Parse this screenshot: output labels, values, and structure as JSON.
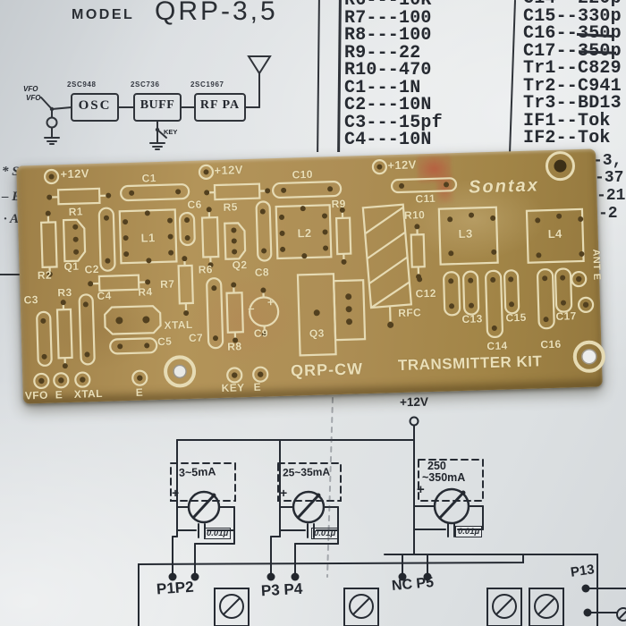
{
  "header": {
    "model_label": "MODEL",
    "model_number": "QRP-3,5"
  },
  "parts_list": {
    "left": [
      "R6---10K",
      "R7---100",
      "R8---100",
      "R9---22",
      "R10--470",
      "C1---1N",
      "C2---10N",
      "C3---15pf",
      "C4---10N"
    ],
    "right": [
      "C14--220p",
      "C15--330p",
      "C16--350p",
      "C17--350p",
      "Tr1--C829",
      "Tr2--C941",
      "Tr3--BD13",
      "IF1--Tok",
      "IF2--Tok"
    ]
  },
  "margin": {
    "left": [
      "* Si",
      "– E",
      "· A"
    ],
    "right": [
      "-3,",
      "-37",
      "-21",
      "-2"
    ]
  },
  "diagram": {
    "stages": [
      {
        "part": "2SC948",
        "label": "OSC"
      },
      {
        "part": "2SC736",
        "label": "BUFF"
      },
      {
        "part": "2SC1967",
        "label": "RF PA"
      }
    ],
    "vfo": "VFO",
    "vfo2": "VFO",
    "key": "KEY"
  },
  "pcb": {
    "pwr": "+12V",
    "brand": "Sontax",
    "title1": "QRP-CW",
    "title2": "TRANSMITTER KIT",
    "ant": "ANT E",
    "plus": "+",
    "minus": "−",
    "labels": {
      "r1": "R1",
      "r2": "R2",
      "r3": "R3",
      "r4": "R4",
      "r5": "R5",
      "r6": "R6",
      "r7": "R7",
      "r8": "R8",
      "r9": "R9",
      "r10": "R10",
      "c1": "C1",
      "c2": "C2",
      "c3": "C3",
      "c4": "C4",
      "c5": "C5",
      "c6": "C6",
      "c7": "C7",
      "c8": "C8",
      "c9": "C9",
      "c10": "C10",
      "c11": "C11",
      "c12": "C12",
      "c13": "C13",
      "c14": "C14",
      "c15": "C15",
      "c16": "C16",
      "c17": "C17",
      "l1": "L1",
      "l2": "L2",
      "l3": "L3",
      "l4": "L4",
      "q1": "Q1",
      "q2": "Q2",
      "q3": "Q3",
      "xtal": "XTAL",
      "rfc": "RFC"
    },
    "pads": {
      "vfo": "VFO",
      "e1": "E",
      "xtal": "XTAL",
      "e2": "E",
      "key": "KEY",
      "e3": "E"
    }
  },
  "schematic": {
    "supply": "+12V",
    "plus": "+",
    "meters": [
      {
        "range": "3~5mA",
        "cap": "0.01μ"
      },
      {
        "range": "25~35mA",
        "cap": "0.01μ"
      },
      {
        "range": "250",
        "range2": "~350mA",
        "cap": "0.01μ"
      }
    ],
    "terminals": {
      "t1": "P1P2",
      "t2": "P3 P4",
      "t3": "NC P5",
      "t4": "P13"
    }
  }
}
